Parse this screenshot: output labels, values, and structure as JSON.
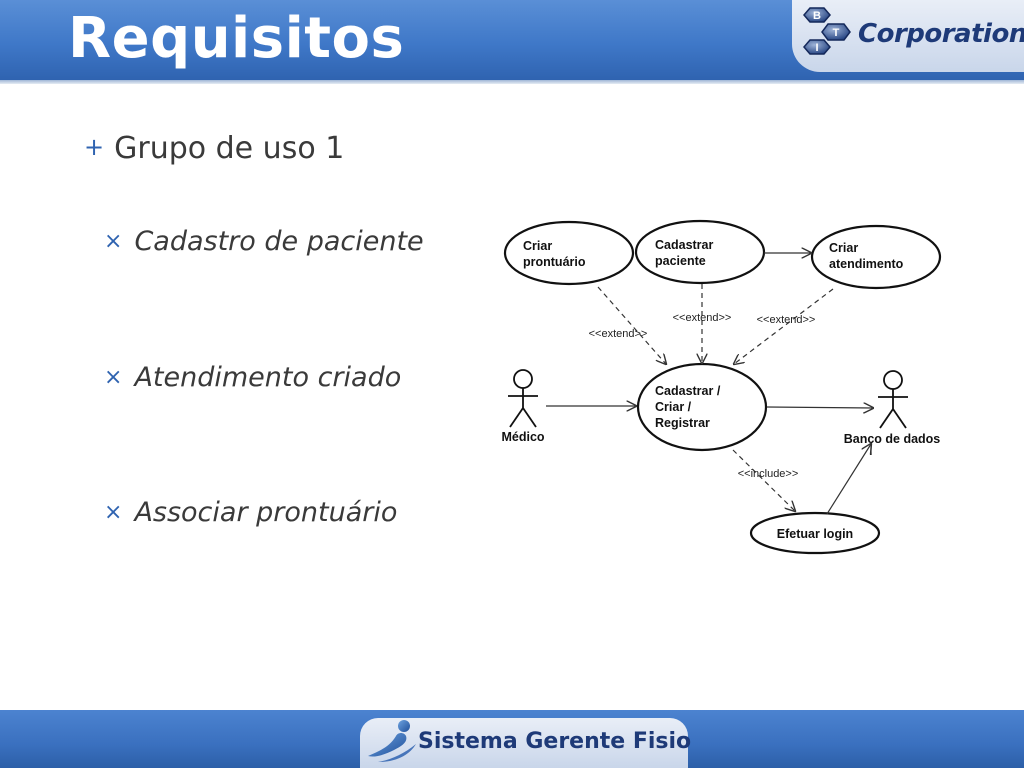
{
  "slide": {
    "title": "Requisitos",
    "logo_letters": [
      "B",
      "I",
      "T"
    ],
    "logo_text": "Corporation",
    "footer_text": "Sistema Gerente Fisio"
  },
  "content": {
    "group": "Grupo de uso 1",
    "items": [
      "Cadastro de paciente",
      "Atendimento criado",
      "Associar prontuário"
    ]
  },
  "diagram": {
    "actors": {
      "medico": "Médico",
      "banco": "Banco de dados"
    },
    "use_cases": {
      "criar_prontuario": [
        "Criar",
        "prontuário"
      ],
      "cadastrar_paciente": [
        "Cadastrar",
        "paciente"
      ],
      "criar_atendimento": [
        "Criar",
        "atendimento"
      ],
      "cadastrar_registrar": [
        "Cadastrar /",
        "Criar /",
        "Registrar"
      ],
      "efetuar_login": [
        "Efetuar login"
      ]
    },
    "relations": {
      "extend": "<<extend>>",
      "include": "<<include>>"
    }
  },
  "colors": {
    "header_blue": "#3f78c8",
    "text": "#3a3a3a",
    "brand_navy": "#1e3a78"
  }
}
